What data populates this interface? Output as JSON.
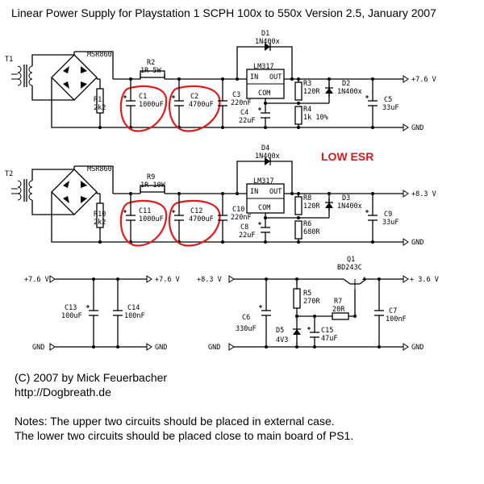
{
  "title": "Linear Power Supply for Playstation 1 SCPH 100x to 550x Version 2.5, January 2007",
  "annotation": "LOW ESR",
  "footer": {
    "copyright": "(C) 2007 by Mick Feuerbacher",
    "url": "http://Dogbreath.de",
    "note1": "Notes: The upper two circuits should be placed in external case.",
    "note2": "The lower two circuits should be placed close to main board of PS1."
  },
  "colors": {
    "highlight": "#e11c1c",
    "annotation": "#d21c1c"
  },
  "circuit1": {
    "T": "T1",
    "bridge": "MSR860",
    "R1": "R1",
    "R1v": "2k2",
    "R2": "R2",
    "R2v": "1R 5W",
    "C1": "C1",
    "C1v": "1000uF",
    "C2": "C2",
    "C2v": "4700uF",
    "C3": "C3",
    "C3v": "220nF",
    "C4": "C4",
    "C4v": "22uF",
    "D1": "D1",
    "D1v": "1N400x",
    "reg": "LM317",
    "in": "IN",
    "out": "OUT",
    "com": "COM",
    "R3": "R3",
    "R3v": "120R",
    "R4": "R4",
    "R4v": "1k 10%",
    "D2": "D2",
    "D2v": "1N400x",
    "C5": "C5",
    "C5v": "33uF",
    "vout": "+7.6 V",
    "gnd": "GND"
  },
  "circuit2": {
    "T": "T2",
    "bridge": "MSR860",
    "R1": "R10",
    "R1v": "2k2",
    "R2": "R9",
    "R2v": "1R 10W",
    "C1": "C11",
    "C1v": "1000uF",
    "C2": "C12",
    "C2v": "4700uF",
    "C3": "C10",
    "C3v": "220nF",
    "C4": "C8",
    "C4v": "22uF",
    "D1": "D4",
    "D1v": "1N400x",
    "reg": "LM317",
    "in": "IN",
    "out": "OUT",
    "com": "COM",
    "R3": "R8",
    "R3v": "120R",
    "R4": "R6",
    "R4v": "680R",
    "D2": "D3",
    "D2v": "1N400x",
    "C5": "C9",
    "C5v": "33uF",
    "vout": "+8.3 V",
    "gnd": "GND"
  },
  "circuit3": {
    "vin": "+7.6 V",
    "vout": "+7.6 V",
    "gnd_in": "GND",
    "gnd_out": "GND",
    "C13": "C13",
    "C13v": "100uF",
    "C14": "C14",
    "C14v": "100nF"
  },
  "circuit4": {
    "vin": "+8.3 V",
    "vout": "+ 3.6 V",
    "gnd_in": "GND",
    "gnd_out": "GND",
    "Q1": "Q1",
    "Q1v": "BD243C",
    "C6": "C6",
    "C6v": "330uF",
    "R5": "R5",
    "R5v": "270R",
    "R7": "R7",
    "R7v": "20R",
    "D5": "D5",
    "D5v": "4V3",
    "C15": "C15",
    "C15v": "47uF",
    "C7": "C7",
    "C7v": "100nF"
  }
}
